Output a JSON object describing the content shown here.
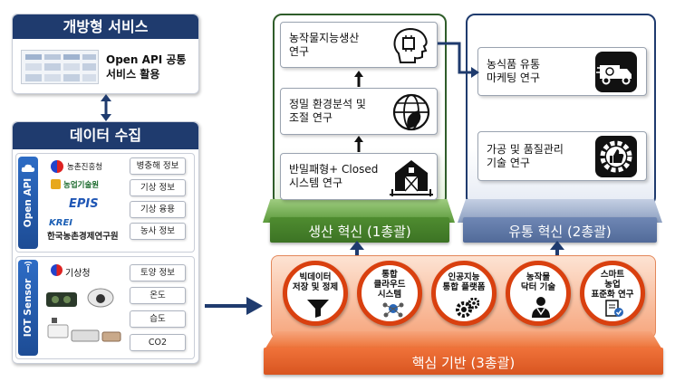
{
  "open_service": {
    "title": "개방형 서비스",
    "desc_line1": "Open API 공통",
    "desc_line2": "서비스 활용"
  },
  "data_collection": {
    "title": "데이터 수집",
    "open_api": {
      "label": "Open API",
      "logos": [
        "농촌진흥청",
        "농업기술원",
        "EPIS",
        "KREI",
        "한국농촌경제연구원"
      ],
      "items": [
        "병충해 정보",
        "기상 정보",
        "기상 융용",
        "농사 정보"
      ]
    },
    "iot": {
      "label": "IOT Sensor",
      "logos": [
        "기상청"
      ],
      "items": [
        "토양 정보",
        "온도",
        "습도",
        "CO2"
      ]
    }
  },
  "production": {
    "banner": "생산 혁신 (1총괄)",
    "items": [
      {
        "line1": "농작물지능생산",
        "line2": "연구",
        "icon": "brain-chip-icon"
      },
      {
        "line1": "정밀 환경분석 및",
        "line2": "조절 연구",
        "icon": "globe-leaf-icon"
      },
      {
        "line1": "반밀패형+ Closed",
        "line2": "시스템 연구",
        "icon": "barn-icon"
      }
    ]
  },
  "distribution": {
    "banner": "유통 혁신 (2총괄)",
    "items": [
      {
        "line1": "농식품 유통",
        "line2": "마케팅 연구",
        "icon": "delivery-truck-icon"
      },
      {
        "line1": "가공 및 품질관리",
        "line2": "기술 연구",
        "icon": "gear-thumb-icon"
      }
    ]
  },
  "core": {
    "banner": "핵심 기반 (3총괄)",
    "items": [
      {
        "lines": [
          "빅데이터",
          "저장 및 정제"
        ],
        "icon": "funnel-icon"
      },
      {
        "lines": [
          "통합",
          "클라우드",
          "시스템"
        ],
        "icon": "cloud-network-icon"
      },
      {
        "lines": [
          "인공지능",
          "통합 플랫폼"
        ],
        "icon": "gears-icon"
      },
      {
        "lines": [
          "농작물",
          "닥터 기술"
        ],
        "icon": "doctor-icon"
      },
      {
        "lines": [
          "스마트",
          "농업",
          "표준화 연구"
        ],
        "icon": "document-check-icon"
      }
    ]
  },
  "colors": {
    "navy": "#1f3b6e",
    "green": "#6fae4a",
    "blue_gray": "#8c9fc0",
    "orange": "#f0733a"
  }
}
